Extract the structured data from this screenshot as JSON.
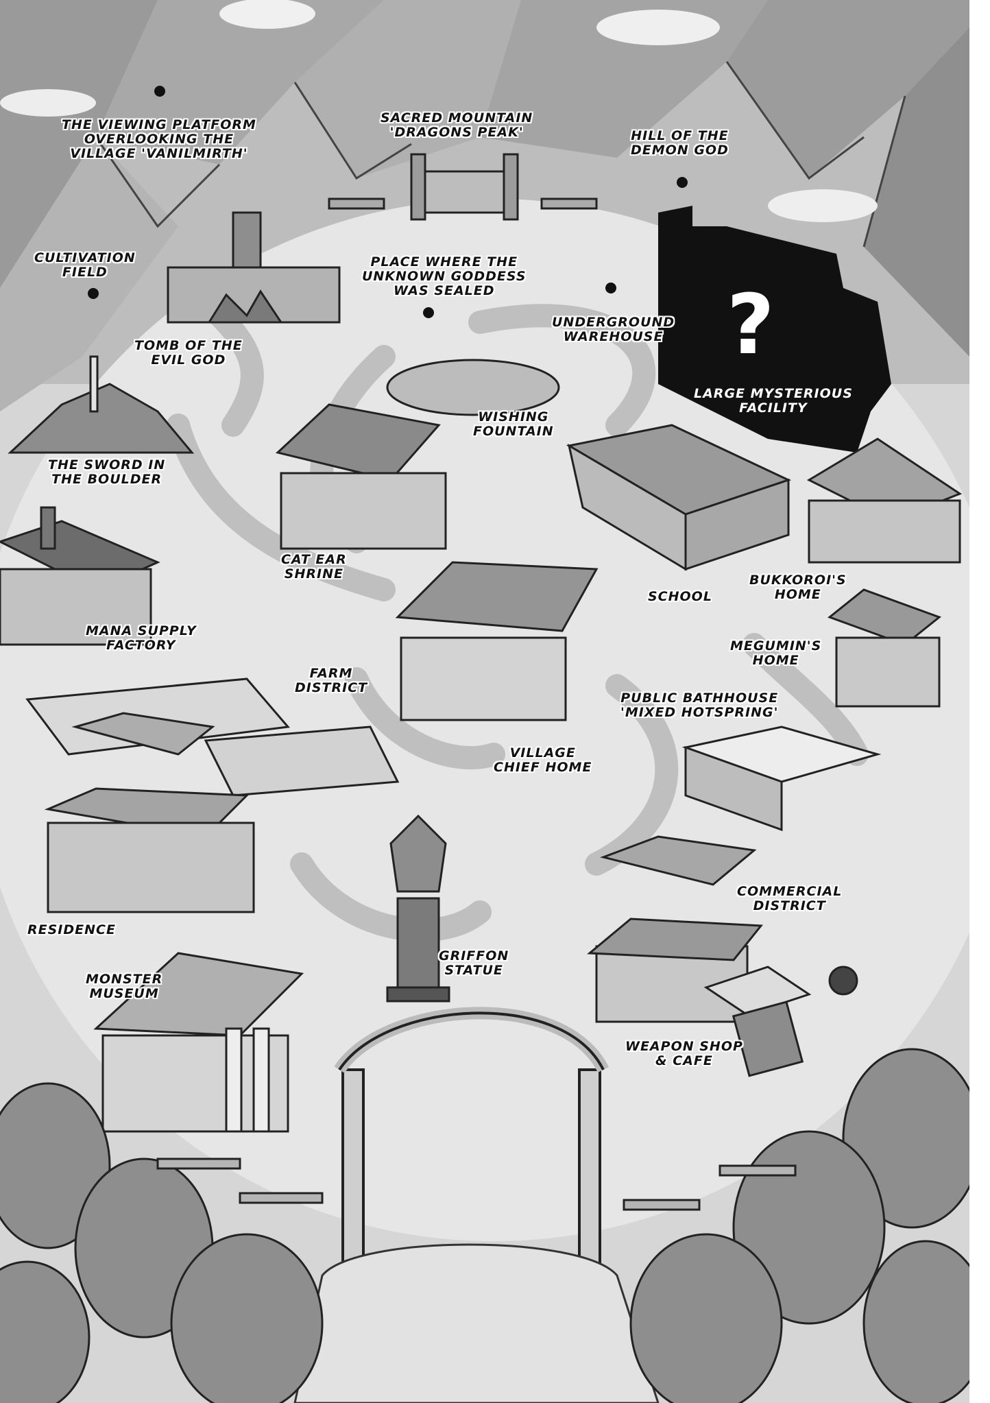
{
  "map": {
    "locations": [
      {
        "id": "viewing-platform",
        "lines": [
          "THE VIEWING PLATFORM",
          "OVERLOOKING THE",
          "VILLAGE 'VANILMIRTH'"
        ]
      },
      {
        "id": "sacred-mountain",
        "lines": [
          "SACRED MOUNTAIN",
          "'DRAGONS PEAK'"
        ]
      },
      {
        "id": "hill-demon-god",
        "lines": [
          "HILL OF THE",
          "DEMON GOD"
        ]
      },
      {
        "id": "cultivation-field",
        "lines": [
          "CULTIVATION",
          "FIELD"
        ]
      },
      {
        "id": "unknown-goddess",
        "lines": [
          "PLACE WHERE THE",
          "UNKNOWN GODDESS",
          "WAS SEALED"
        ]
      },
      {
        "id": "underground-warehouse",
        "lines": [
          "UNDERGROUND",
          "WAREHOUSE"
        ]
      },
      {
        "id": "tomb-evil-god",
        "lines": [
          "TOMB OF THE",
          "EVIL GOD"
        ]
      },
      {
        "id": "large-mysterious-facility",
        "lines": [
          "LARGE MYSTERIOUS",
          "FACILITY"
        ]
      },
      {
        "id": "wishing-fountain",
        "lines": [
          "WISHING",
          "FOUNTAIN"
        ]
      },
      {
        "id": "sword-in-boulder",
        "lines": [
          "THE SWORD IN",
          "THE BOULDER"
        ]
      },
      {
        "id": "cat-ear-shrine",
        "lines": [
          "CAT EAR",
          "SHRINE"
        ]
      },
      {
        "id": "school",
        "lines": [
          "SCHOOL"
        ]
      },
      {
        "id": "bukkorois-home",
        "lines": [
          "BUKKOROI'S",
          "HOME"
        ]
      },
      {
        "id": "mana-supply-factory",
        "lines": [
          "MANA SUPPLY",
          "FACTORY"
        ]
      },
      {
        "id": "megumins-home",
        "lines": [
          "MEGUMIN'S",
          "HOME"
        ]
      },
      {
        "id": "farm-district",
        "lines": [
          "FARM",
          "DISTRICT"
        ]
      },
      {
        "id": "public-bathhouse",
        "lines": [
          "PUBLIC BATHHOUSE",
          "'MIXED HOTSPRING'"
        ]
      },
      {
        "id": "village-chief-home",
        "lines": [
          "VILLAGE",
          "CHIEF HOME"
        ]
      },
      {
        "id": "commercial-district",
        "lines": [
          "COMMERCIAL",
          "DISTRICT"
        ]
      },
      {
        "id": "residence",
        "lines": [
          "RESIDENCE"
        ]
      },
      {
        "id": "griffon-statue",
        "lines": [
          "GRIFFON",
          "STATUE"
        ]
      },
      {
        "id": "monster-museum",
        "lines": [
          "MONSTER",
          "MUSEUM"
        ]
      },
      {
        "id": "weapon-shop-cafe",
        "lines": [
          "WEAPON SHOP",
          "& CAFE"
        ]
      }
    ],
    "mystery_symbol": "?",
    "colors": {
      "background": "#d6d6d6",
      "ink": "#111111",
      "path": "#b8b8b8",
      "mountain": "#a9a9a9",
      "tree": "#8e8e8e"
    }
  }
}
